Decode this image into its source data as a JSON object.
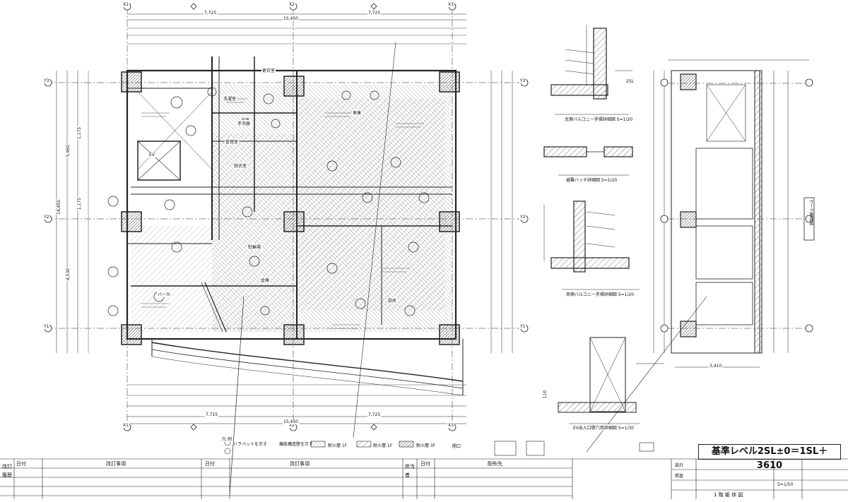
{
  "plan": {
    "grid_x": [
      "X1",
      "X2",
      "X3"
    ],
    "grid_y": [
      "Y1",
      "Y2",
      "Y3"
    ],
    "dims_top": [
      "7,725",
      "15,450",
      "7,725"
    ],
    "dims_left": [
      "14,450",
      "5,960",
      "4,530",
      "1,175",
      "1,175"
    ],
    "dims_bottom": [
      "7,725",
      "7,725",
      "15,450"
    ],
    "rooms": [
      "洗濯室",
      "更衣室",
      "浴室",
      "管理室",
      "脱衣室",
      "手洗器",
      "車庫",
      "駐輪場",
      "厨房",
      "倉庫",
      "EV",
      "バーカ"
    ],
    "section_label": "ウーク階段図"
  },
  "details": {
    "d1": "北側バルコニー手摺詳細図 S=1/20",
    "d2": "避難ハッチ詳細図 S=1/20",
    "d3": "南側バルコニー手摺詳細図 S=1/20",
    "d4": "EV出入口壁穴用詳細図 S=1/30",
    "scale": "S=1/50",
    "dim_3410": "3,410",
    "dim_110": "110",
    "dim_25l": "25L"
  },
  "legend": {
    "title": "凡 例",
    "items": [
      "ハラペットを示す",
      "機能構造壁を示す",
      "耐火層 1F",
      "耐火層 1F",
      "耐火層 3F",
      "開口"
    ]
  },
  "title_block": {
    "level_title": "基準レベル2SL±0＝1SL＋3610",
    "drawing_name": "1 階 躯 体 図",
    "revision_label": "改訂履歴",
    "date_head": "日付",
    "note_head": "改訂事項",
    "sign_label": "担当者",
    "dist_label": "配布先",
    "check_labels": [
      "設計",
      "照査"
    ]
  }
}
